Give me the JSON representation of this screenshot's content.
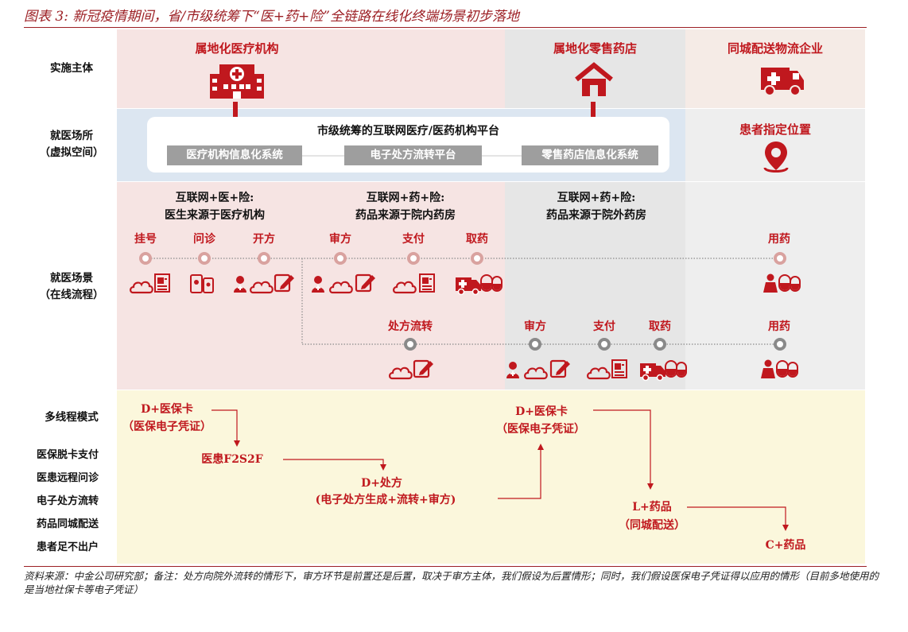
{
  "title": "图表 3: 新冠疫情期间，省/市级统筹下“医+药+险”全链路在线化终端场景初步落地",
  "row_labels": {
    "entity": "实施主体",
    "venue_1": "就医场所",
    "venue_2": "（虚拟空间）",
    "scene_1": "就医场景",
    "scene_2": "（在线流程）",
    "mode": "多线程模式"
  },
  "entities": {
    "hospital": "属地化医疗机构",
    "pharmacy": "属地化零售药店",
    "logistics": "同城配送物流企业"
  },
  "platform": {
    "title": "市级统筹的互联网医疗/医药机构平台",
    "sys_hospital": "医疗机构信息化系统",
    "sys_rx": "电子处方流转平台",
    "sys_pharmacy": "零售药店信息化系统"
  },
  "patient_location": "患者指定位置",
  "models": {
    "m1_1": "互联网+医+险:",
    "m1_2": "医生来源于医疗机构",
    "m2_1": "互联网+药+险:",
    "m2_2": "药品来源于院内药房",
    "m3_1": "互联网+药+险:",
    "m3_2": "药品来源于院外药房"
  },
  "steps_top": {
    "register": "挂号",
    "consult": "问诊",
    "prescribe": "开方",
    "review": "审方",
    "pay": "支付",
    "pickup": "取药",
    "use": "用药"
  },
  "steps_bottom": {
    "transfer": "处方流转",
    "review": "审方",
    "pay": "支付",
    "pickup": "取药",
    "use": "用药"
  },
  "side_list": [
    "医保脱卡支付",
    "医患远程问诊",
    "电子处方流转",
    "药品同城配送",
    "患者足不出户"
  ],
  "flow": {
    "d_card_1": "D+医保卡",
    "d_card_1b": "（医保电子凭证）",
    "f2s2f": "医患F2S2F",
    "d_rx": "D+处方",
    "d_rx_b": "(电子处方生成+流转+审方)",
    "d_card_2": "D+医保卡",
    "d_card_2b": "（医保电子凭证）",
    "l_drug": "L+药品",
    "l_drug_b": "（同城配送）",
    "c_drug": "C+药品"
  },
  "note": "资料来源：中金公司研究部；备注：处方向院外流转的情形下，审方环节是前置还是后置，取决于审方主体，我们假设为后置情形；同时，我们假设医保电子凭证得以应用的情形（目前多地使用的是当地社保卡等电子凭证）",
  "colors": {
    "accent": "#c0181e",
    "pink": "#f6e4e3",
    "gray": "#e6e6e6",
    "blue": "#dce6f1",
    "yellow": "#fbf7dc",
    "beige": "#f5ebe6"
  },
  "icons": [
    "hospital-icon",
    "house-icon",
    "ambulance-icon",
    "location-pin-icon",
    "cloud-icon",
    "prescription-icon",
    "doctor-video-icon",
    "doctor-icon",
    "edit-icon",
    "delivery-truck-icon",
    "pill-icon",
    "patient-icon"
  ]
}
